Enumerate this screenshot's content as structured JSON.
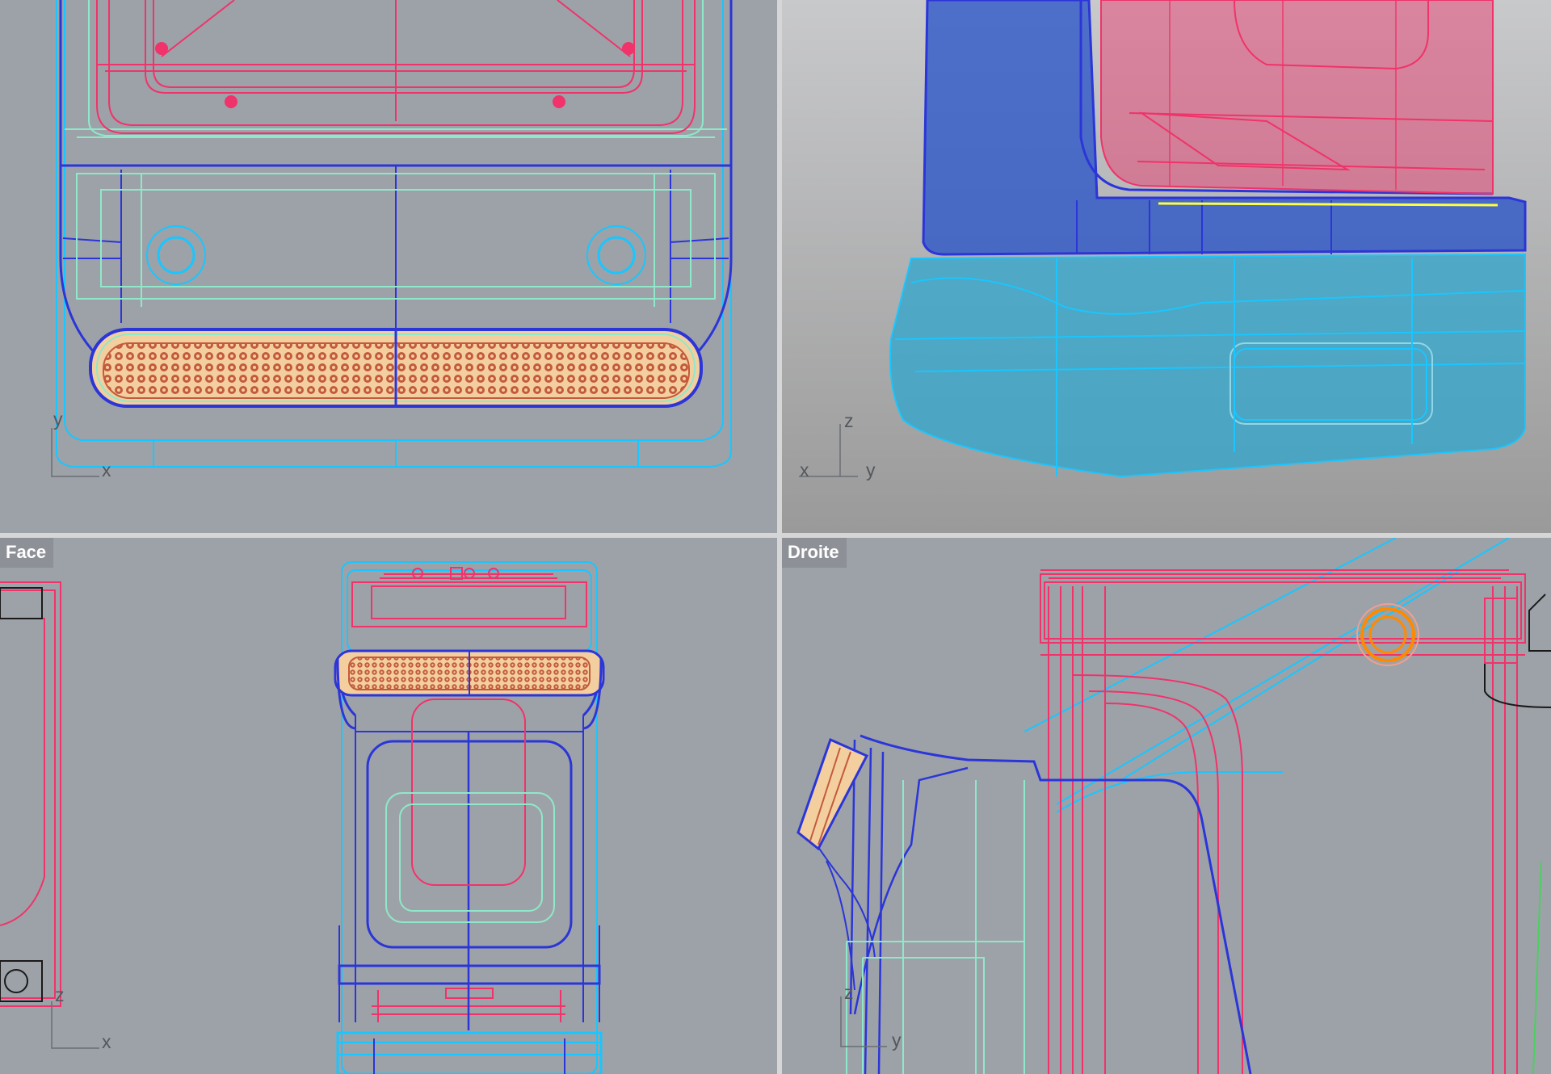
{
  "viewports": {
    "top": {
      "label": "",
      "axes": {
        "vertical": "y",
        "horizontal": "x"
      }
    },
    "perspective": {
      "label": "",
      "axes": {
        "vertical": "z",
        "left": "x",
        "right": "y"
      }
    },
    "front": {
      "label": "Face",
      "axes": {
        "vertical": "z",
        "horizontal": "x"
      }
    },
    "right": {
      "label": "Droite",
      "axes": {
        "vertical": "z",
        "horizontal": "y"
      }
    }
  },
  "colors": {
    "viewport_bg": "#9da2a8",
    "border": "#d6d6d6",
    "label_bg": "#8d9096",
    "wire_red": "#f0336a",
    "wire_blue": "#2b35d8",
    "wire_cyan": "#19c6ff",
    "wire_mint": "#8fe8c9",
    "wire_orange": "#ff8a00",
    "grille_fill": "#f3cf9f",
    "grille_dots": "#c45a3c",
    "highlight_yellow": "#ffff40"
  },
  "icons": {
    "axis_gizmo": "axis-gizmo-icon"
  }
}
